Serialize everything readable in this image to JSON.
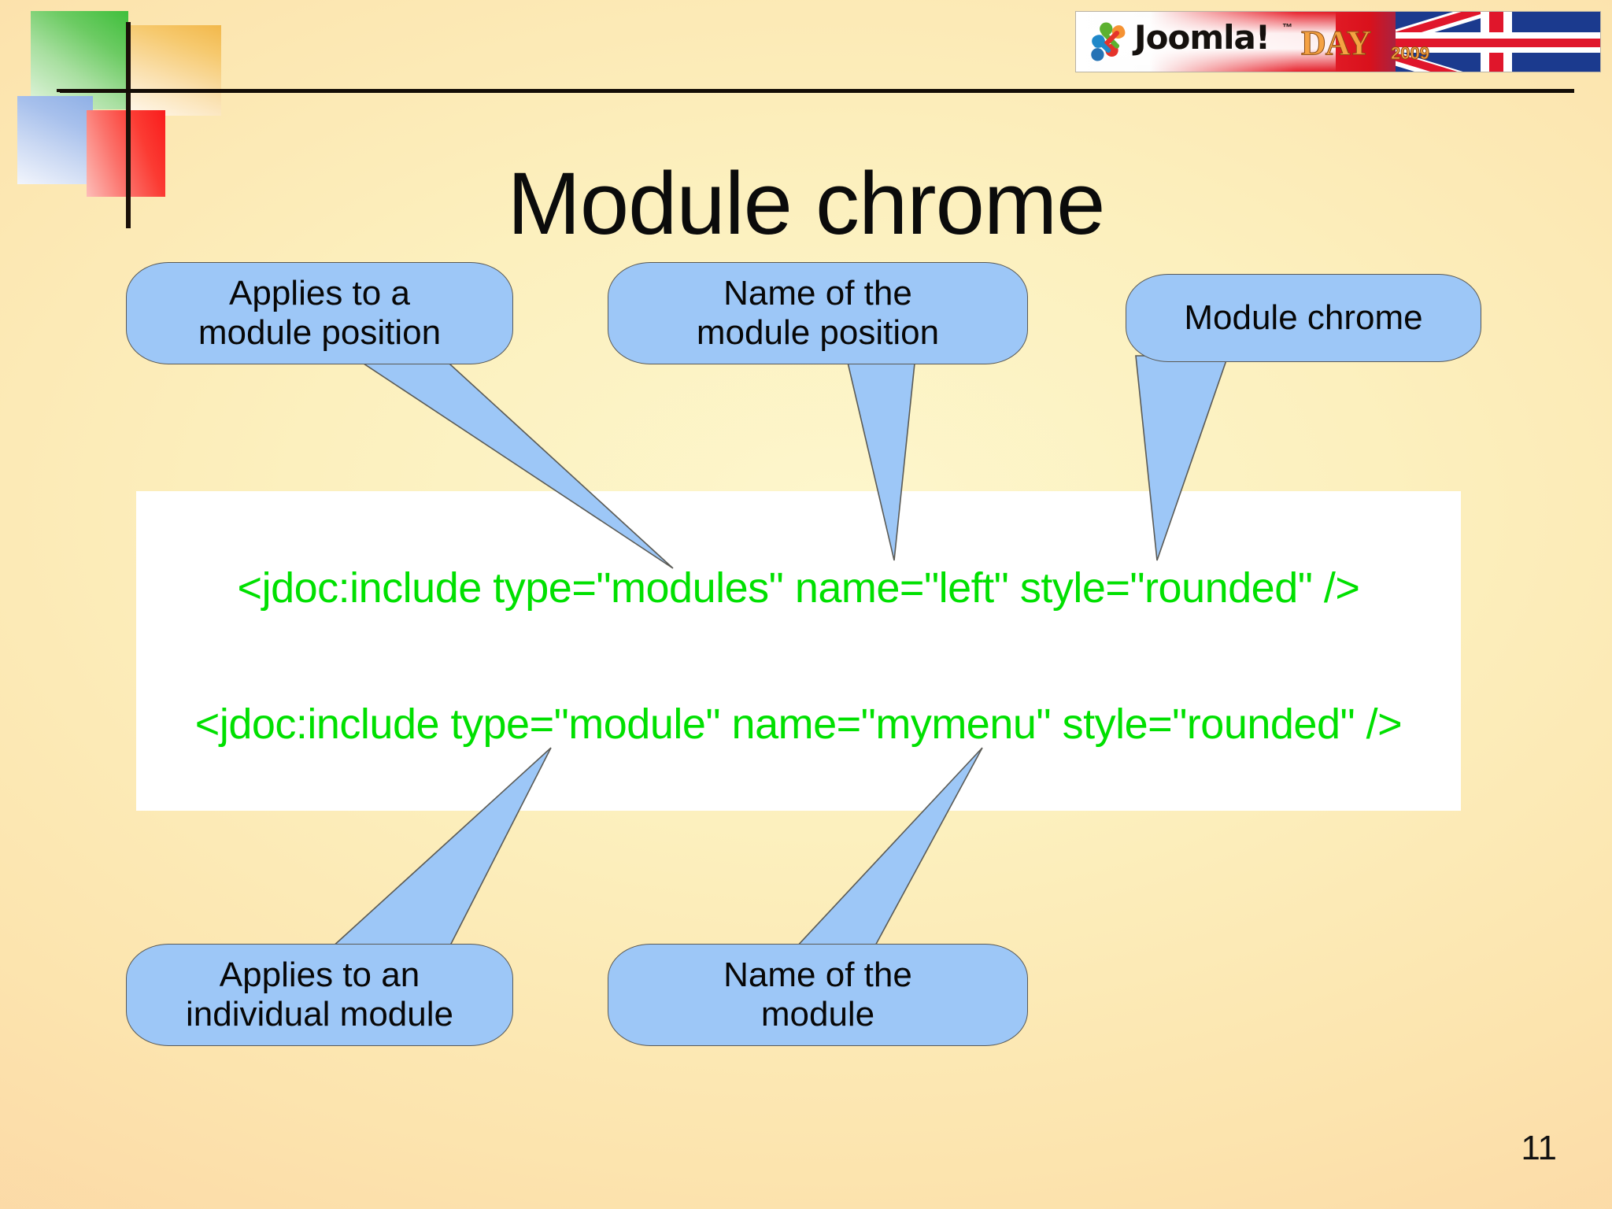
{
  "slide": {
    "title": "Module chrome",
    "page_number": "11",
    "background_accent": "#FCE4AE",
    "code_text_color": "#00E000",
    "bubble_color": "#9DC7F7"
  },
  "banner": {
    "brand": "Joomla!",
    "trademark": "™",
    "event": "DAY",
    "year": "2009",
    "flag": "uk-flag"
  },
  "code": {
    "lines": [
      "<jdoc:include type=\"modules\" name=\"left\" style=\"rounded\" />",
      "<jdoc:include type=\"module\" name=\"mymenu\" style=\"rounded\" />"
    ]
  },
  "callouts": [
    {
      "id": "applies-to-a-module-position",
      "line1": "Applies to a",
      "line2": "module position"
    },
    {
      "id": "name-of-the-module-position",
      "line1": "Name of the",
      "line2": "module position"
    },
    {
      "id": "module-chrome",
      "line1": "Module chrome",
      "line2": ""
    },
    {
      "id": "applies-to-an-individual-module",
      "line1": "Applies to an",
      "line2": "individual module"
    },
    {
      "id": "name-of-the-module",
      "line1": "Name of the",
      "line2": "module"
    }
  ],
  "decoration": {
    "squares": [
      {
        "name": "green-square",
        "color": "#4FC24A"
      },
      {
        "name": "orange-square",
        "color": "#F2B84B"
      },
      {
        "name": "blue-square",
        "color": "#8FB0E6"
      },
      {
        "name": "red-square",
        "color": "#F91C1C"
      }
    ]
  }
}
